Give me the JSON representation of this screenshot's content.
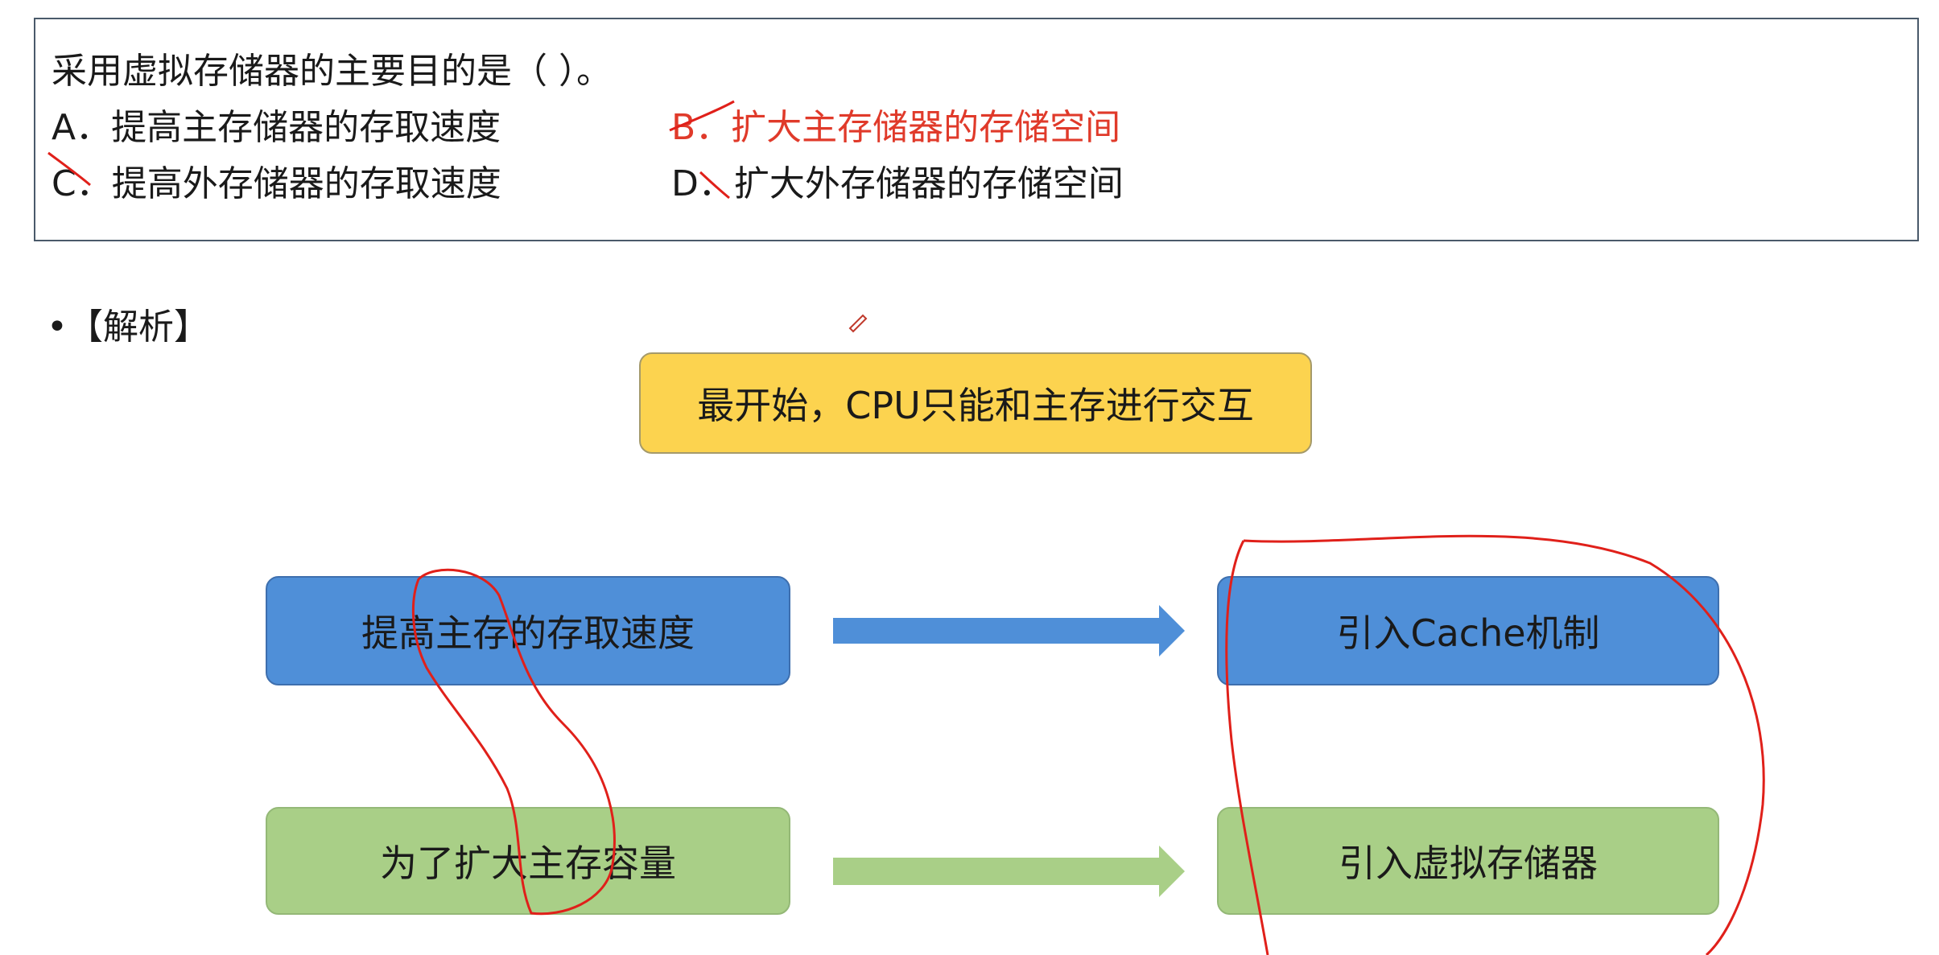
{
  "question": {
    "title": "采用虚拟存储器的主要目的是（    ）。",
    "options": [
      {
        "text": "A．提高主存储器的存取速度"
      },
      {
        "text": "B．扩大主存储器的存储空间"
      },
      {
        "text": "C．提高外存储器的存取速度"
      },
      {
        "text": "D．扩大外存储器的存储空间"
      }
    ],
    "correct_color": "#e03a2a"
  },
  "analysis": {
    "label": "•【解析】",
    "top_box": "最开始，CPU只能和主存进行交互",
    "rows": [
      {
        "left": "提高主存的存取速度",
        "right": "引入Cache机制"
      },
      {
        "left": "为了扩大主存容量",
        "right": "引入虚拟存储器"
      }
    ]
  },
  "colors": {
    "yellow": "#fcd34f",
    "blue": "#4f8fd8",
    "green": "#a9cf87",
    "annotation": "#e0201a"
  }
}
